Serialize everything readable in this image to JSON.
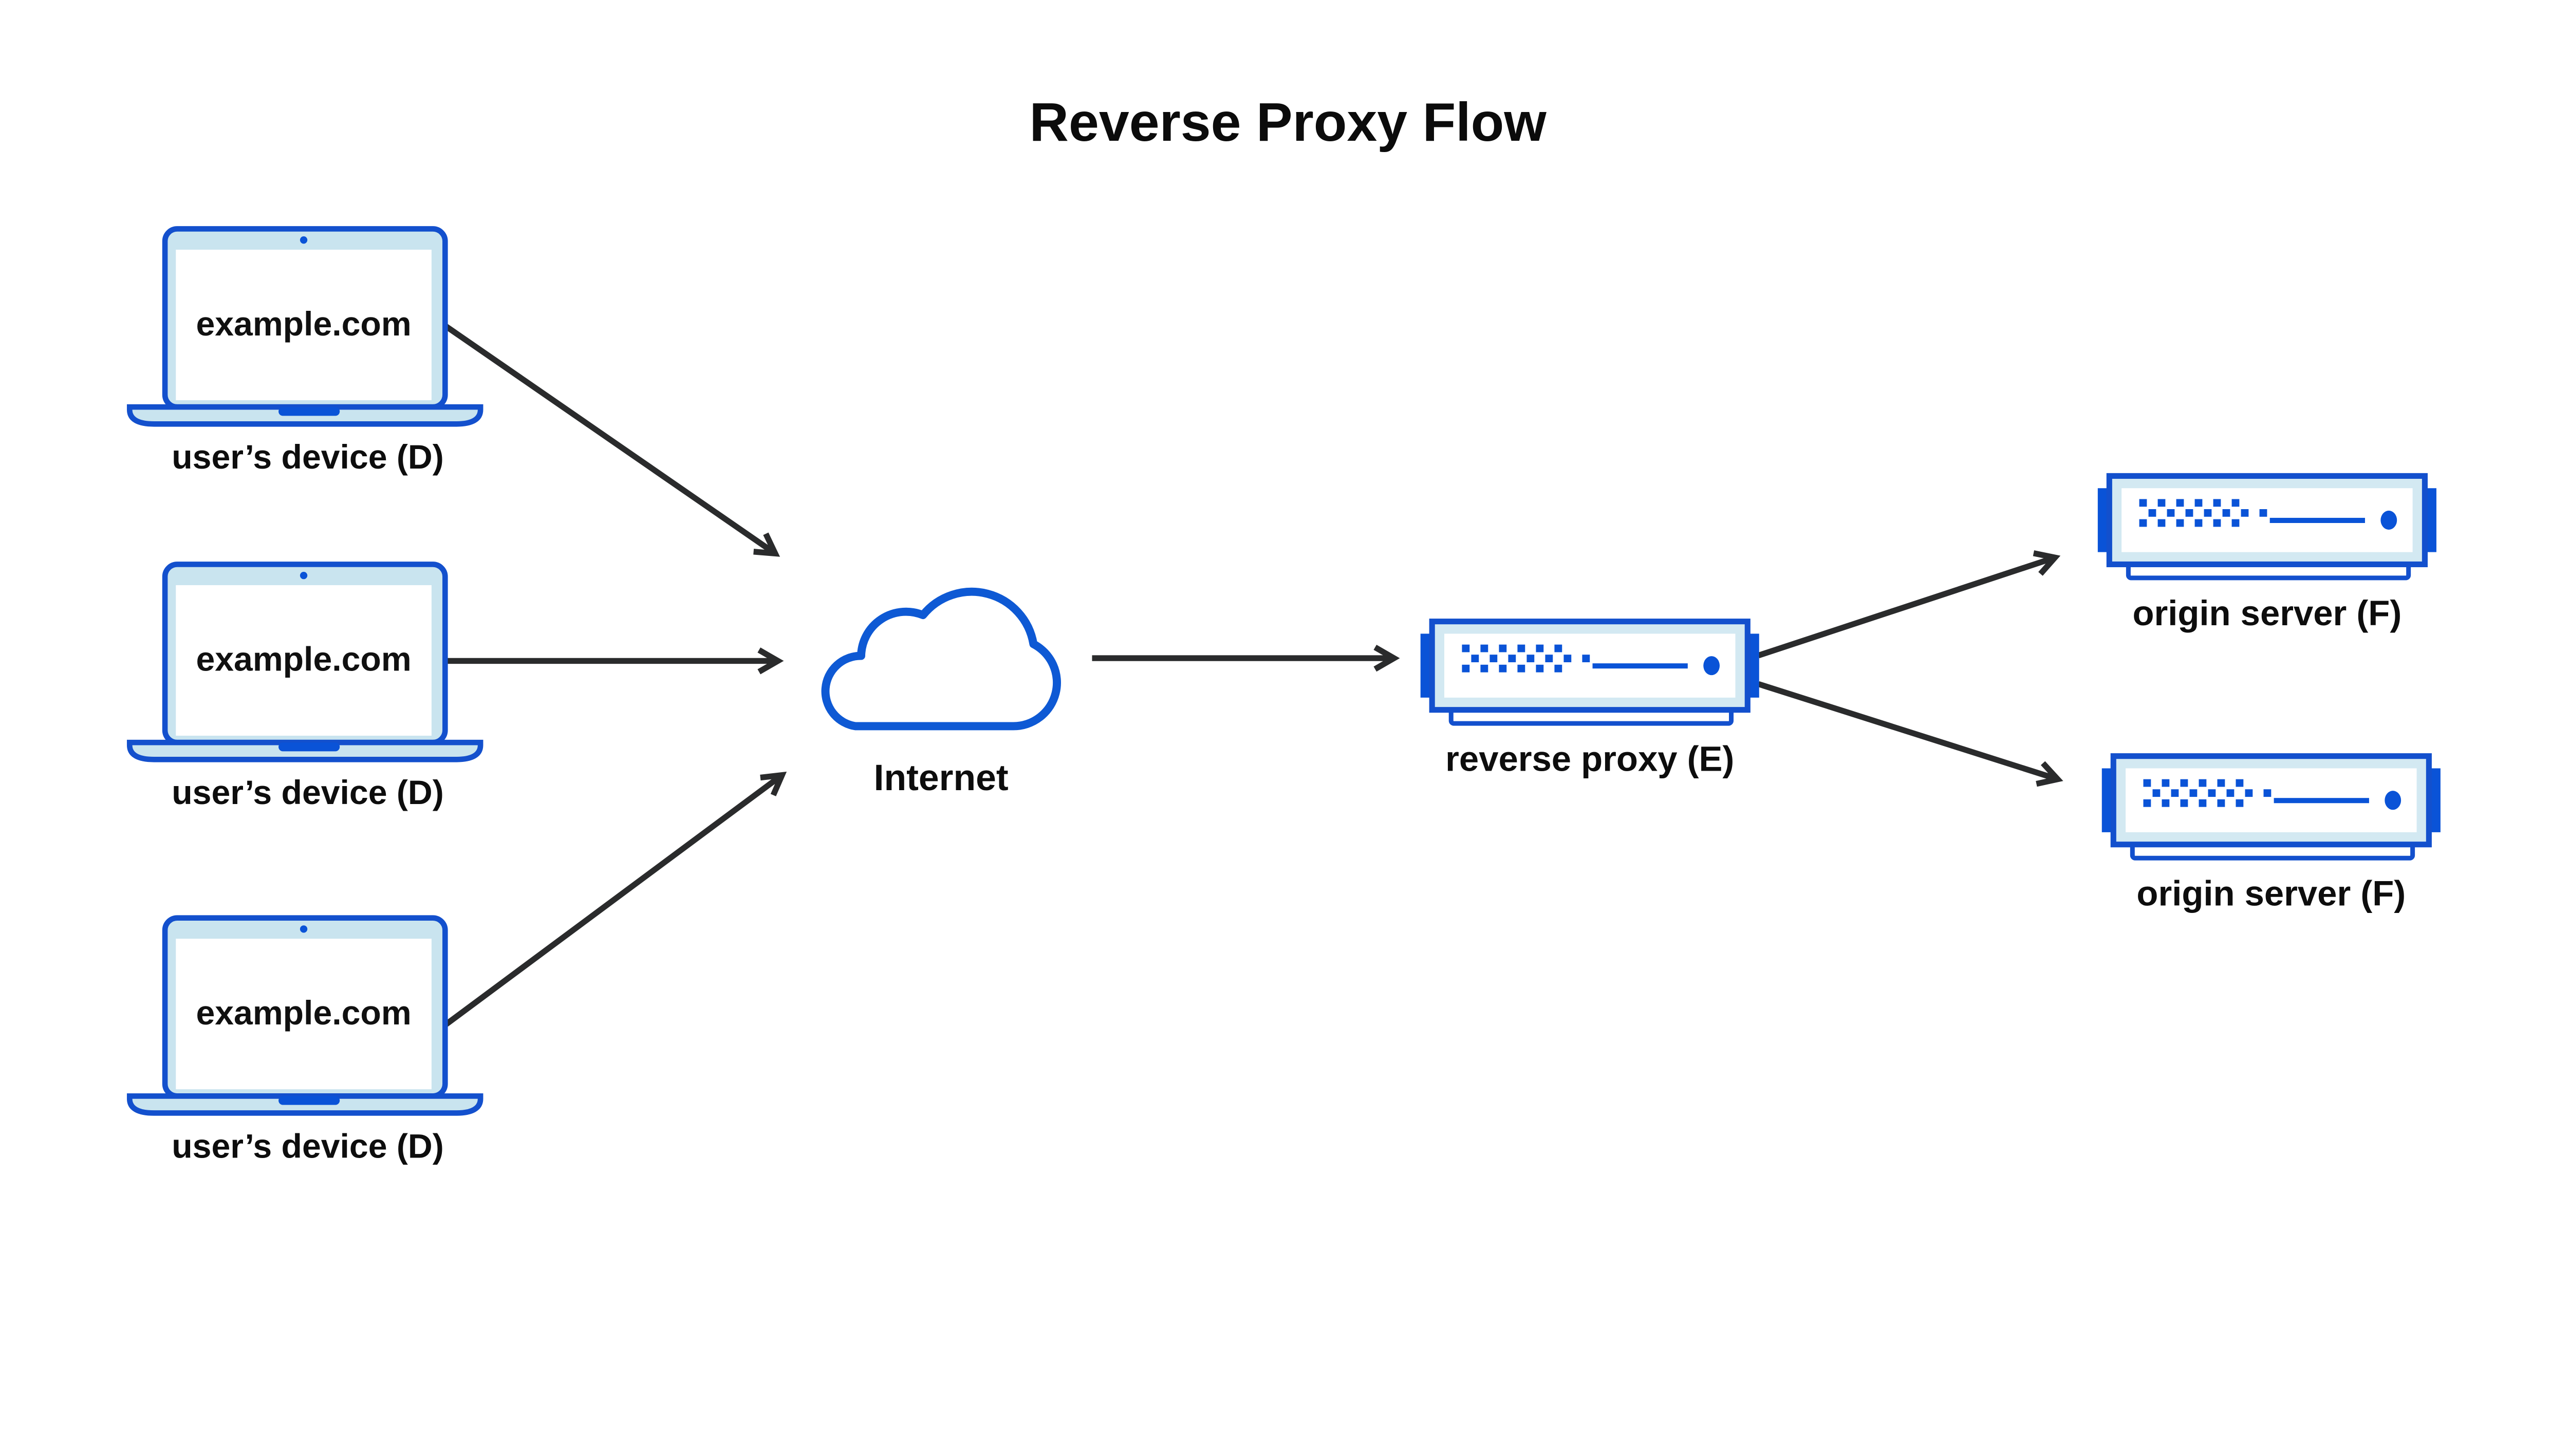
{
  "header": {
    "title": "Reverse Proxy Flow"
  },
  "colors": {
    "outline_blue": "#1350cd",
    "solid_blue": "#0a53d7",
    "cloud_blue": "#0e59d4",
    "laptop_fill": "#c9e4ef",
    "server_fill": "#d3e9f2",
    "screen_fill": "#ffffff",
    "arrow": "#2a2b2c",
    "text": "#0d0d0d",
    "background": "#ffffff"
  },
  "nodes": {
    "devices": [
      {
        "id": "device-1",
        "icon": "laptop-icon",
        "screen_label": "example.com",
        "label": "user’s device (D)"
      },
      {
        "id": "device-2",
        "icon": "laptop-icon",
        "screen_label": "example.com",
        "label": "user’s device (D)"
      },
      {
        "id": "device-3",
        "icon": "laptop-icon",
        "screen_label": "example.com",
        "label": "user’s device (D)"
      }
    ],
    "internet": {
      "id": "internet",
      "icon": "cloud-icon",
      "label": "Internet"
    },
    "reverse_proxy": {
      "id": "reverse-proxy",
      "icon": "server-rack-icon",
      "label": "reverse proxy (E)"
    },
    "origin_servers": [
      {
        "id": "origin-server-1",
        "icon": "server-rack-icon",
        "label": "origin server (F)"
      },
      {
        "id": "origin-server-2",
        "icon": "server-rack-icon",
        "label": "origin server (F)"
      }
    ]
  },
  "connections": [
    {
      "from": "device-1",
      "to": "internet"
    },
    {
      "from": "device-2",
      "to": "internet"
    },
    {
      "from": "device-3",
      "to": "internet"
    },
    {
      "from": "internet",
      "to": "reverse-proxy"
    },
    {
      "from": "reverse-proxy",
      "to": "origin-server-1"
    },
    {
      "from": "reverse-proxy",
      "to": "origin-server-2"
    }
  ]
}
